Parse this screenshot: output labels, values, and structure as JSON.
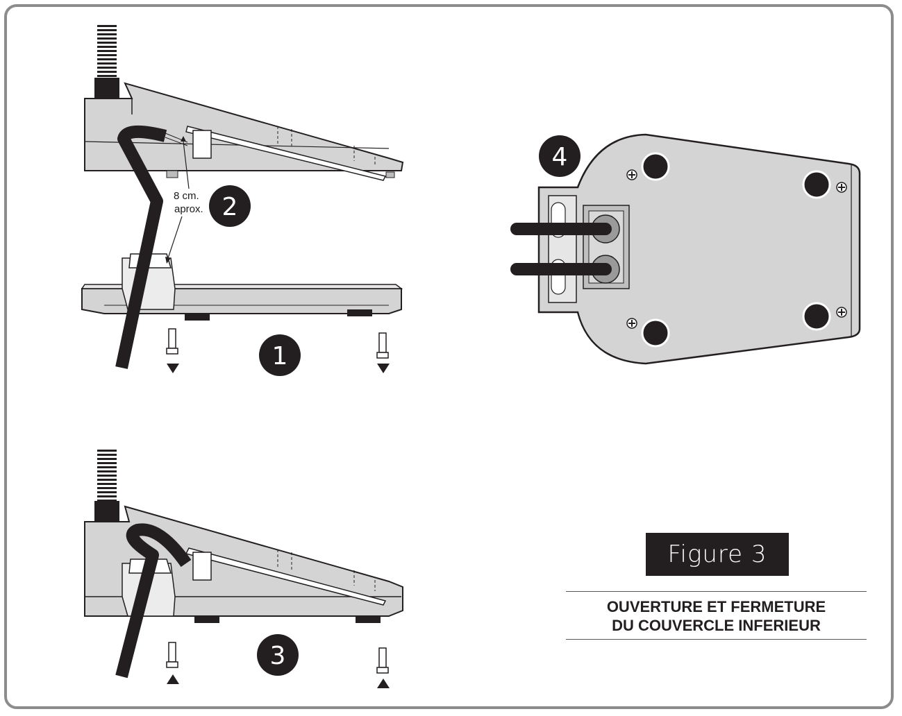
{
  "steps": {
    "step1": "1",
    "step2": "2",
    "step3": "3",
    "step4": "4"
  },
  "annotation": {
    "line1": "8 cm.",
    "line2": "aprox."
  },
  "figure_label": "Figure 3",
  "caption": {
    "line1": "OUVERTURE ET FERMETURE",
    "line2": "DU COUVERCLE INFERIEUR"
  },
  "colors": {
    "body_fill": "#d4d4d4",
    "outline": "#231f20",
    "frame": "#8c8c8c",
    "badge": "#231f20"
  }
}
